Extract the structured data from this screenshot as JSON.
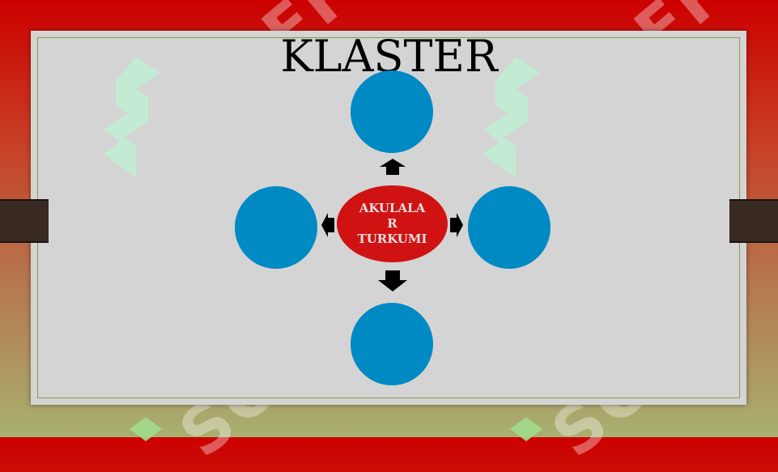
{
  "slide": {
    "title": "KLASTER",
    "center_label_line1": "AKULALA",
    "center_label_line2": "R",
    "center_label_line3": "TURKUMI",
    "watermark_text": "SOFF"
  },
  "colors": {
    "node_fill": "#008ac4",
    "center_fill": "#d01212",
    "board": "#d4d4d4",
    "frame_top": "#cc0000",
    "frame_bottom": "#a8b070"
  }
}
